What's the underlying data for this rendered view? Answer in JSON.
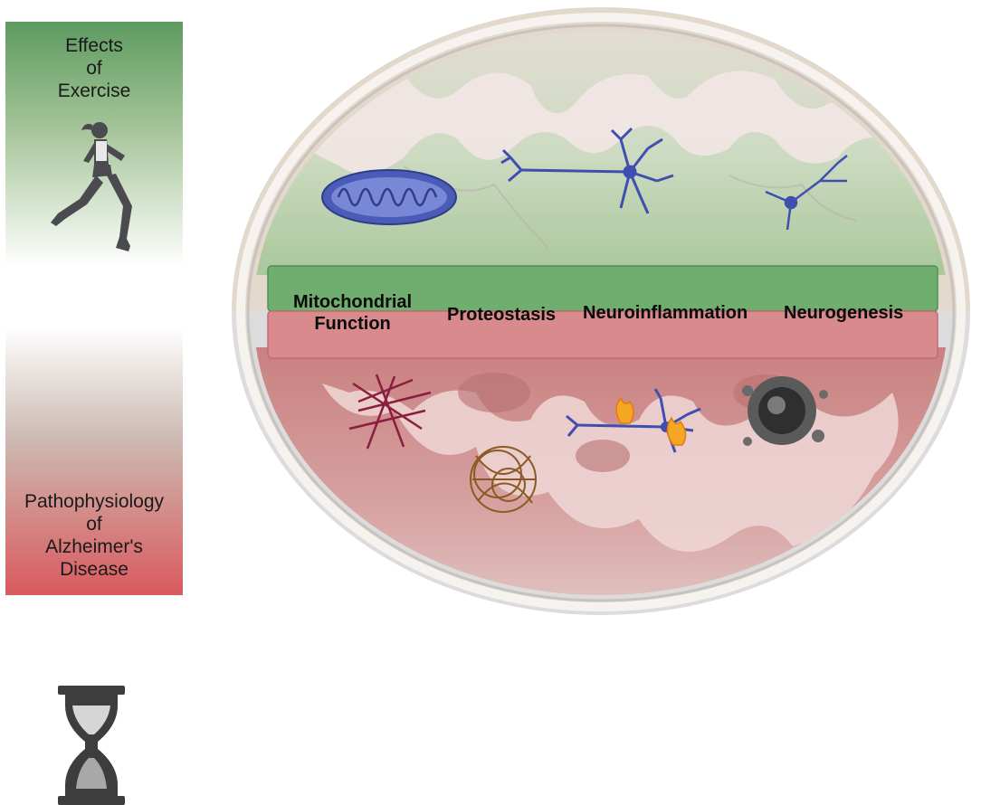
{
  "left_panel": {
    "top_label_lines": [
      "Effects",
      "of",
      "Exercise"
    ],
    "bottom_label_lines": [
      "Pathophysiology",
      "of",
      "Alzheimer's",
      "Disease"
    ],
    "top_icon": "runner-icon",
    "bottom_icon": "hourglass-icon",
    "top_color": "#5e9a60",
    "bottom_color": "#d95a5e"
  },
  "band": {
    "labels": {
      "mitochondrial_line1": "Mitochondrial",
      "mitochondrial_line2": "Function",
      "proteostasis": "Proteostasis",
      "neuroinflammation": "Neuroinflammation",
      "neurogenesis": "Neurogenesis"
    },
    "top_color": "#6fae6e",
    "bottom_color": "#d98a8c"
  },
  "brain": {
    "upper_icons": [
      "mitochondrion-icon",
      "neuron-icon",
      "new-neuron-icon"
    ],
    "lower_icons": [
      "amyloid-fibrils-icon",
      "tau-tangles-icon",
      "inflamed-neuron-icon",
      "dead-cell-icon"
    ]
  }
}
